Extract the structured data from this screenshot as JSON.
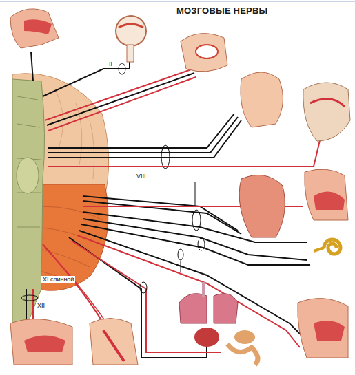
{
  "diagram": {
    "title": "МОЗГОВЫЕ НЕРВЫ",
    "labels": [
      "II",
      "VIII",
      "XI спинной",
      "XII"
    ]
  }
}
